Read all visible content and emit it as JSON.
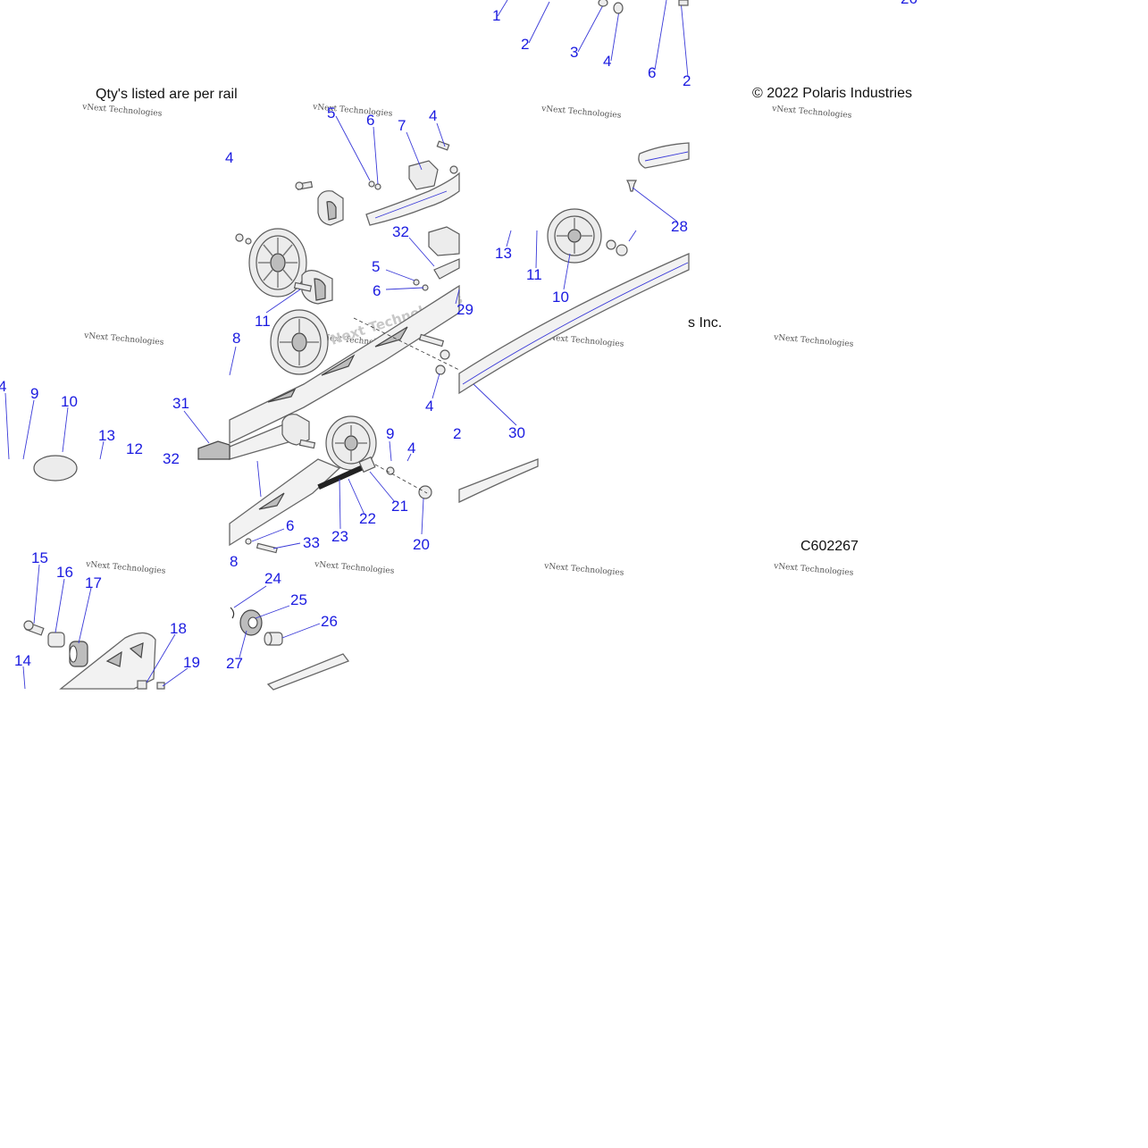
{
  "notes": {
    "qty_note": "Qty's listed are per rail",
    "copyright": "© 2022 Polaris Industries",
    "copyright_partial": "s Inc.",
    "part_code": "C602267"
  },
  "watermark": {
    "text": "vNext Technologies",
    "big_text": "Next Technologies"
  },
  "callouts": [
    "1",
    "2",
    "3",
    "4",
    "6",
    "2",
    "28",
    "5",
    "6",
    "7",
    "4",
    "32",
    "5",
    "6",
    "29",
    "11",
    "8",
    "13",
    "11",
    "10",
    "30",
    "4",
    "9",
    "10",
    "13",
    "12",
    "31",
    "32",
    "9",
    "4",
    "2",
    "21",
    "22",
    "23",
    "20",
    "6",
    "33",
    "8",
    "15",
    "16",
    "17",
    "18",
    "19",
    "14",
    "24",
    "25",
    "26",
    "27",
    "4"
  ]
}
